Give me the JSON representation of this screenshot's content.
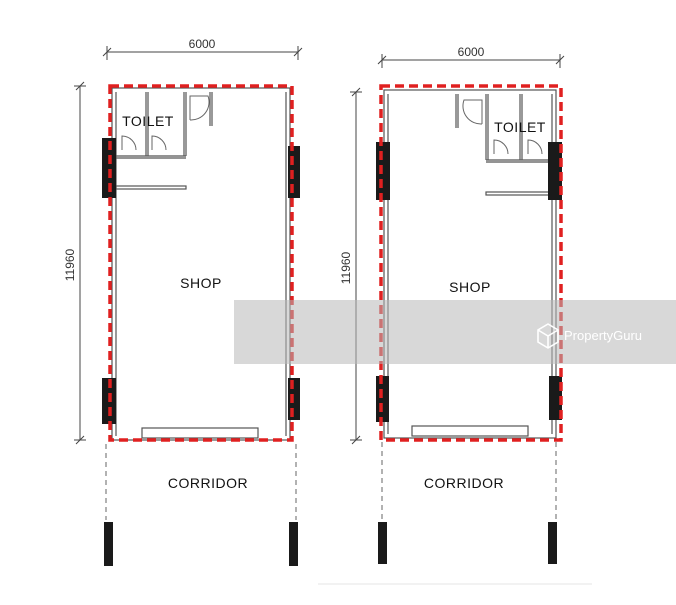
{
  "plans": [
    {
      "width_dim": "6000",
      "height_dim": "11960",
      "toilet_label": "TOILET",
      "shop_label": "SHOP",
      "corridor_label": "CORRIDOR"
    },
    {
      "width_dim": "6000",
      "height_dim": "11960",
      "toilet_label": "TOILET",
      "shop_label": "SHOP",
      "corridor_label": "CORRIDOR"
    }
  ],
  "watermark": {
    "text": "PropertyGuru",
    "icon": "propertyguru-logo-icon"
  },
  "colors": {
    "boundary": "#e02020",
    "wall": "#444444",
    "column": "#1a1a1a",
    "watermark_band": "#c8c8c8"
  }
}
